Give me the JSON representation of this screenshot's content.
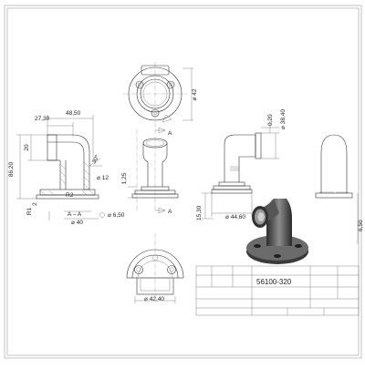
{
  "drawing": {
    "dims": {
      "d42": "⌀ 42",
      "d27_30": "27,30",
      "d48_50": "48,50",
      "d0_20": "0,20",
      "d38_40": "⌀ 38,40",
      "d86_20": "86,20",
      "d20": "20",
      "d30deg": "30°",
      "d12": "⌀ 12",
      "d1_25": "1,25",
      "dR2": "R2",
      "dR1": "R1",
      "d2": "2",
      "dAA": "A – A",
      "d40": "⌀ 40",
      "d6_50_left": "⌀ 6,50",
      "dA1": "A",
      "dA2": "A",
      "d15_30": "15,30",
      "d44_60": "⌀ 44,60",
      "d6_50_right": "6,50",
      "d42_40": "⌀ 42,40"
    },
    "title_block": {
      "part_number": "56100-320"
    }
  }
}
